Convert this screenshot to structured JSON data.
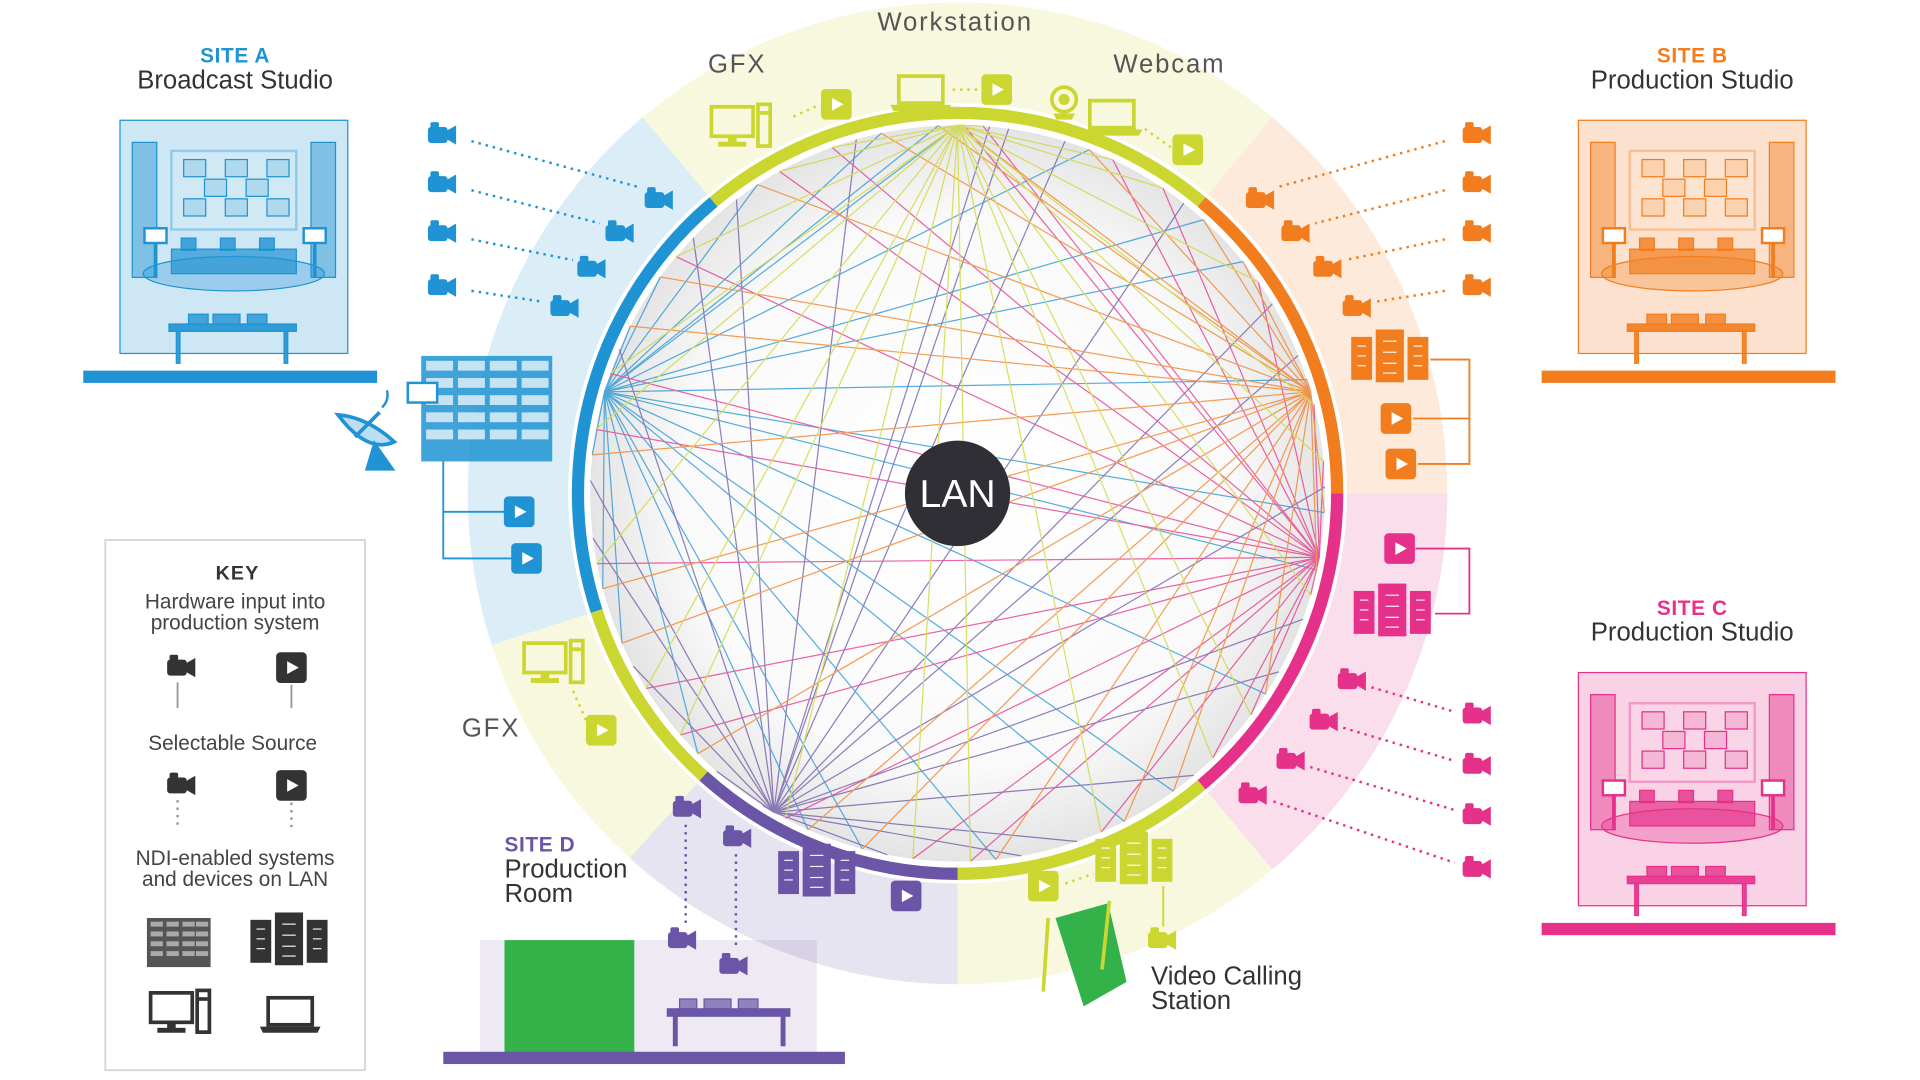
{
  "colors": {
    "site_a": "#1f93d3",
    "site_b": "#f27d1e",
    "site_c": "#e5318a",
    "site_d": "#6a55a6",
    "gfx": "#ccd630",
    "lan": "#2f2f35",
    "chroma_green": "#33b24a"
  },
  "center": {
    "label": "LAN"
  },
  "ring_labels": {
    "workstation": "Workstation",
    "gfx_top": "GFX",
    "webcam": "Webcam",
    "gfx_left": "GFX"
  },
  "sites": {
    "a": {
      "tag": "SITE A",
      "name": "Broadcast Studio"
    },
    "b": {
      "tag": "SITE B",
      "name": "Production Studio"
    },
    "c": {
      "tag": "SITE C",
      "name": "Production Studio"
    },
    "d": {
      "tag": "SITE D",
      "name_line1": "Production",
      "name_line2": "Room"
    }
  },
  "video_calling": {
    "line1": "Video Calling",
    "line2": "Station"
  },
  "key": {
    "title": "KEY",
    "hardware_line1": "Hardware input into",
    "hardware_line2": "production system",
    "selectable": "Selectable Source",
    "ndi_line1": "NDI-enabled systems",
    "ndi_line2": "and devices on LAN"
  },
  "icons": [
    "camera-icon",
    "play-icon",
    "server-rack-icon",
    "satellite-dish-icon",
    "desktop-computer-icon",
    "laptop-icon",
    "webcam-icon",
    "green-screen-icon"
  ]
}
